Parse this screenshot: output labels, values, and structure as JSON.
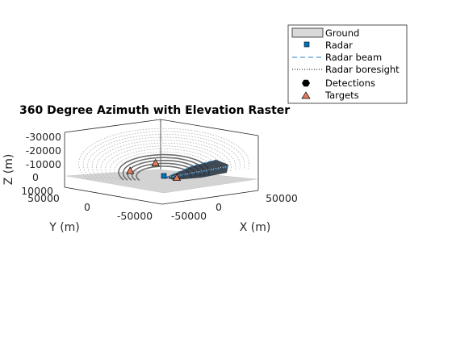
{
  "chart_data": {
    "type": "scatter",
    "title": "360 Degree Azimuth with Elevation Raster",
    "xlabel": "X (m)",
    "ylabel": "Y (m)",
    "zlabel": "Z (m)",
    "z_direction": "reversed",
    "xlim": [
      -75000,
      75000
    ],
    "ylim": [
      -75000,
      50000
    ],
    "zlim": [
      -30000,
      10000
    ],
    "x_ticks": [
      "-50000",
      "0",
      "50000"
    ],
    "y_ticks": [
      "50000",
      "0",
      "-50000"
    ],
    "z_ticks": [
      "-30000",
      "-20000",
      "-10000",
      "0",
      "10000"
    ],
    "grid": false,
    "legend_position": "top-right",
    "legend": [
      {
        "label": "Ground",
        "style": "patch",
        "color": "#d9d9d9"
      },
      {
        "label": "Radar",
        "style": "square",
        "color": "#0072bd"
      },
      {
        "label": "Radar beam",
        "style": "dashed",
        "color": "#2b7fc0"
      },
      {
        "label": "Radar boresight",
        "style": "dotted",
        "color": "#000000"
      },
      {
        "label": "Detections",
        "style": "hexagon",
        "color": "#000000"
      },
      {
        "label": "Targets",
        "style": "triangle",
        "color": "#d95319"
      }
    ],
    "series": [
      {
        "name": "Radar",
        "points": [
          [
            0,
            0,
            0
          ]
        ]
      },
      {
        "name": "Targets",
        "points": [
          [
            -38000,
            15000,
            0
          ],
          [
            8000,
            -12000,
            0
          ],
          [
            18000,
            30000,
            -9000
          ]
        ]
      }
    ]
  }
}
